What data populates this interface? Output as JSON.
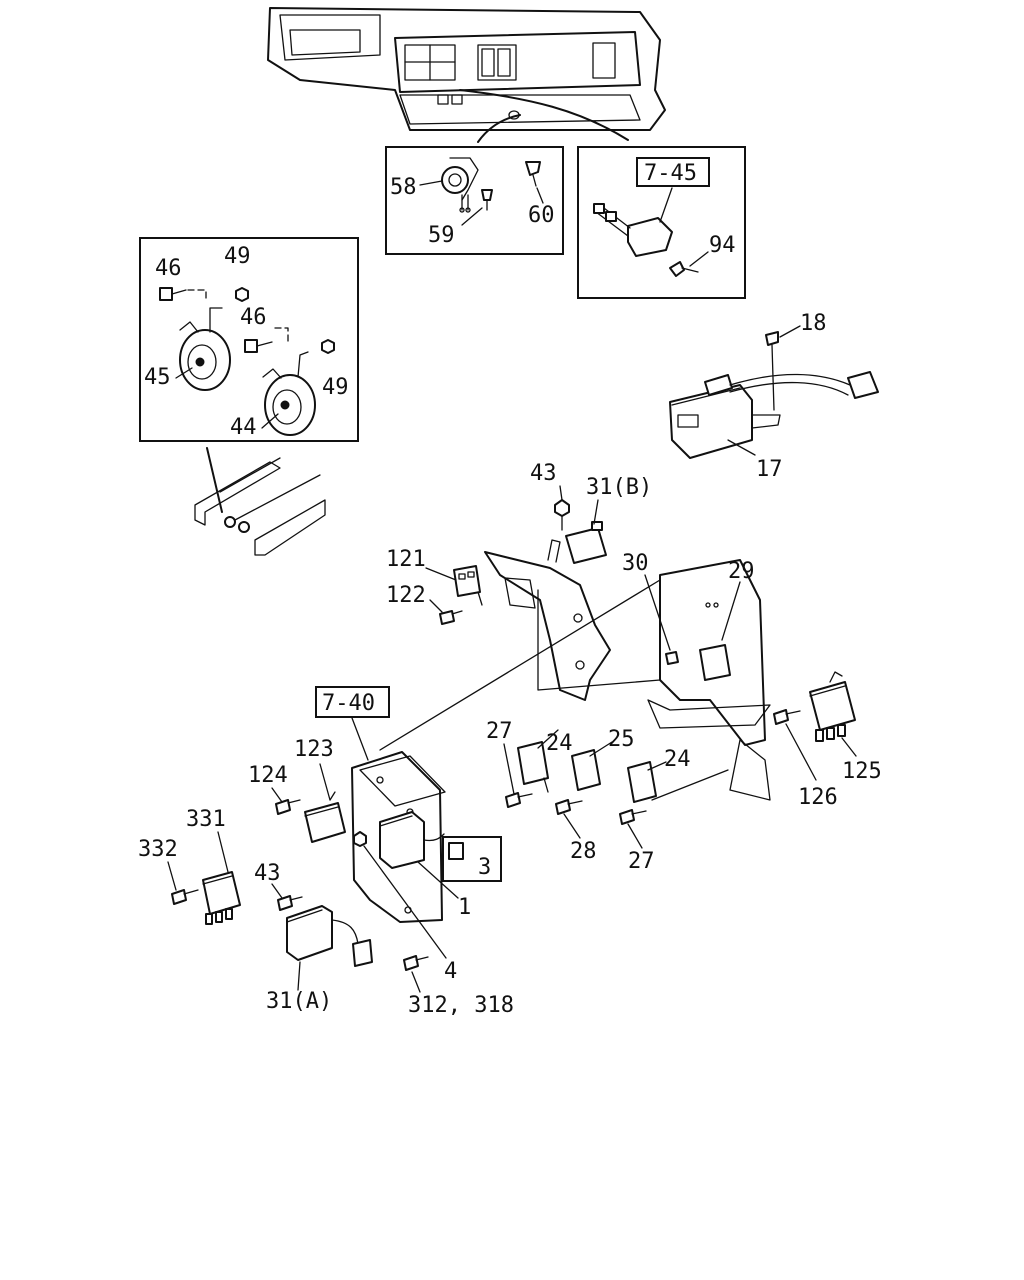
{
  "callouts": {
    "c58": "58",
    "c59": "59",
    "c60": "60",
    "c7_45": "7-45",
    "c94": "94",
    "c46a": "46",
    "c49a": "49",
    "c46b": "46",
    "c49b": "49",
    "c45": "45",
    "c44": "44",
    "c18": "18",
    "c17": "17",
    "c43a": "43",
    "c31b": "31(B)",
    "c121": "121",
    "c122": "122",
    "c30": "30",
    "c29": "29",
    "c7_40": "7-40",
    "c27a": "27",
    "c24a": "24",
    "c25": "25",
    "c24b": "24",
    "c28": "28",
    "c27b": "27",
    "c126": "126",
    "c125": "125",
    "c123": "123",
    "c124": "124",
    "c331": "331",
    "c332": "332",
    "c43b": "43",
    "c3": "3",
    "c1": "1",
    "c4": "4",
    "c31a": "31(A)",
    "c312": "312, 318"
  }
}
